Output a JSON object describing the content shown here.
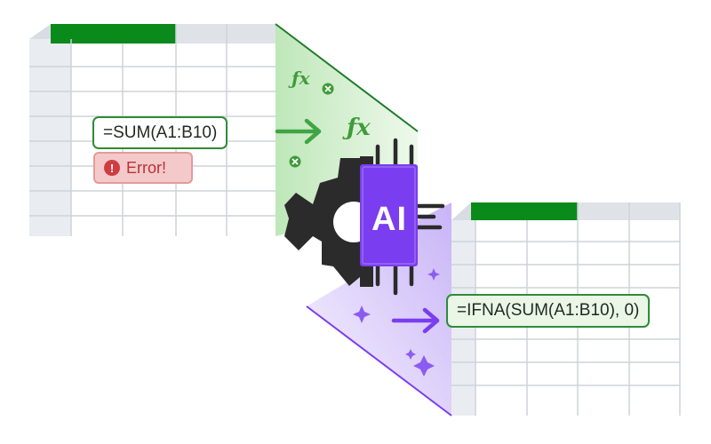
{
  "input_formula": "=SUM(A1:B10)",
  "error": {
    "icon": "exclamation-icon",
    "label": "Error!"
  },
  "processor_label": "AI",
  "output_formula": "=IFNA(SUM(A1:B10), 0)",
  "icons": [
    "fx-icon",
    "cross-circle-icon",
    "arrow-right-icon",
    "gear-icon",
    "chip-icon",
    "sparkle-icon"
  ],
  "colors": {
    "brand_green": "#0a8a1a",
    "formula_green": "#2e8b3a",
    "ai_purple": "#7a3df0",
    "error_red": "#cf3c42",
    "gear_dark": "#2b2b2b"
  }
}
